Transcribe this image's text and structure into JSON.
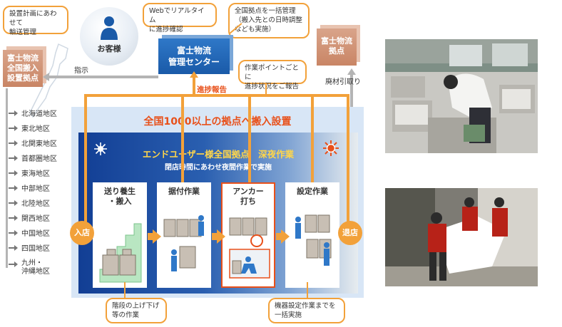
{
  "callouts": {
    "plan_transport": "設置計画にあわせて\n輸送管理",
    "web_tracking": "Webでリアルタイム\nに進捗確認",
    "central_management": "全国拠点を一括管理\n（搬入先との日時調整\nなども実施）",
    "progress_report_points": "作業ポイントごとに\n進捗状況をご報告",
    "stairs": "階段の上げ下げ\n等の作業",
    "settings": "機器設定作業までを\n一括実施"
  },
  "nodes": {
    "customer": "お客様",
    "center": "富士物流\n管理センター",
    "install_base": "富士物流\n全国搬入\n設置拠点",
    "waste_base": "富士物流\n拠点"
  },
  "labels": {
    "instruction": "指示",
    "progress_report": "進捗報告",
    "waste_pickup": "廃材引取り"
  },
  "regions": [
    "北海道地区",
    "東北地区",
    "北関東地区",
    "首都圏地区",
    "東海地区",
    "中部地区",
    "北陸地区",
    "関西地区",
    "中国地区",
    "四国地区",
    "九州・\n沖縄地区"
  ],
  "panel": {
    "title": "全国1000以上の拠点へ搬入設置",
    "inner_title": "エンドユーザー様全国拠点　深夜作業",
    "inner_subtitle": "閉店時間にあわせ夜間作業で実施"
  },
  "steps": [
    {
      "title": "送り養生\n・搬入",
      "highlighted": false
    },
    {
      "title": "据付作業",
      "highlighted": false
    },
    {
      "title": "アンカー\n打ち",
      "highlighted": true
    },
    {
      "title": "設定作業",
      "highlighted": false
    }
  ],
  "entry_label": "入店",
  "exit_label": "退店",
  "colors": {
    "accent_orange": "#f2a13a",
    "title_red": "#e8501a",
    "navy": "#123e94",
    "center_blue": "#1a5aa8",
    "base_brown": "#c98565"
  }
}
